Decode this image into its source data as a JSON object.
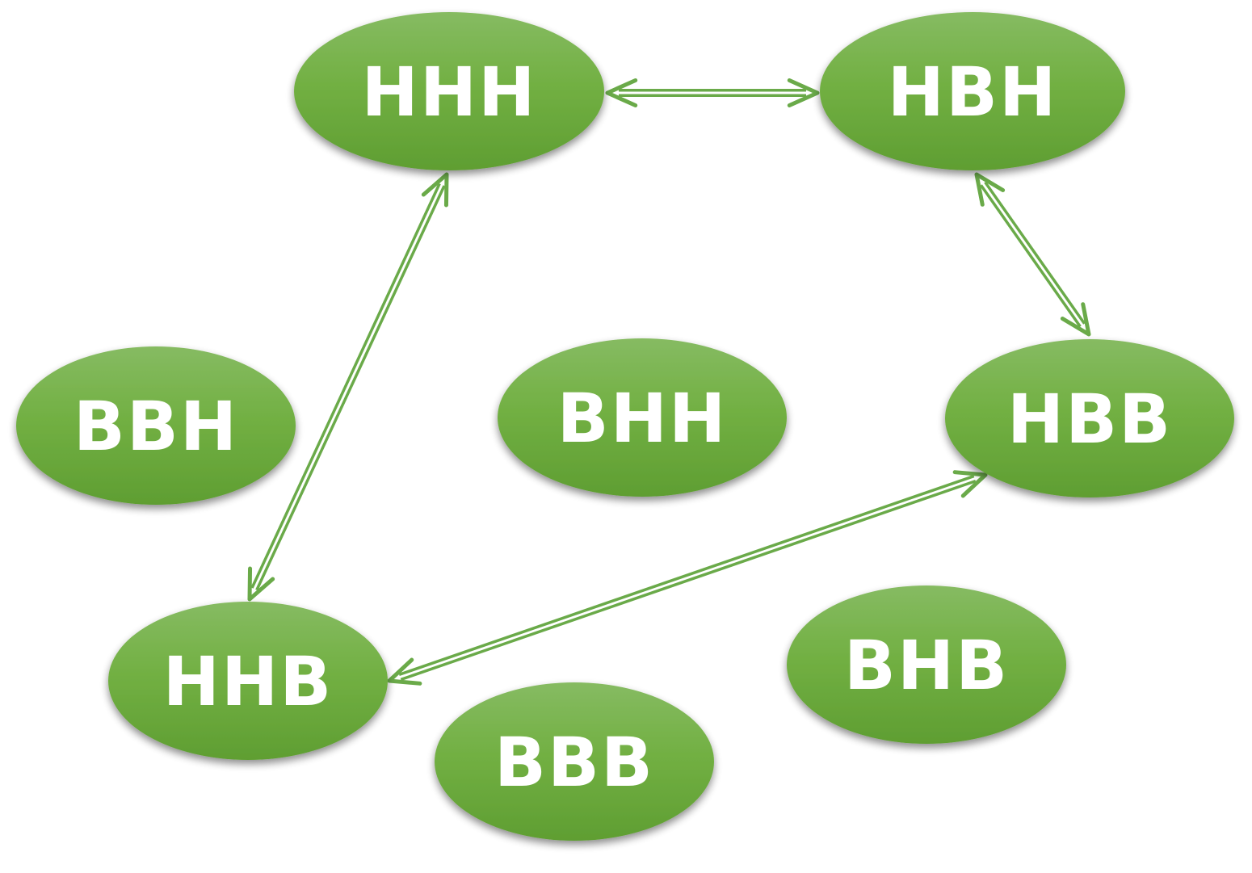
{
  "diagram": {
    "colors": {
      "node_top": "#86bb62",
      "node_mid": "#72b043",
      "node_bottom": "#5f9e32",
      "edge": "#6aaa49",
      "label": "#ffffff"
    },
    "nodes": [
      {
        "id": "hhh",
        "label": "HHH"
      },
      {
        "id": "hbh",
        "label": "HBH"
      },
      {
        "id": "bbh",
        "label": "BBH"
      },
      {
        "id": "bhh",
        "label": "BHH"
      },
      {
        "id": "hbb",
        "label": "HBB"
      },
      {
        "id": "hhb",
        "label": "HHB"
      },
      {
        "id": "bhb",
        "label": "BHB"
      },
      {
        "id": "bbb",
        "label": "BBB"
      }
    ],
    "edges": [
      {
        "from": "hhh",
        "to": "hbh",
        "direction": "both"
      },
      {
        "from": "hhh",
        "to": "hhb",
        "direction": "both"
      },
      {
        "from": "hbh",
        "to": "hbb",
        "direction": "both"
      },
      {
        "from": "hbb",
        "to": "hhb",
        "direction": "both"
      }
    ]
  }
}
